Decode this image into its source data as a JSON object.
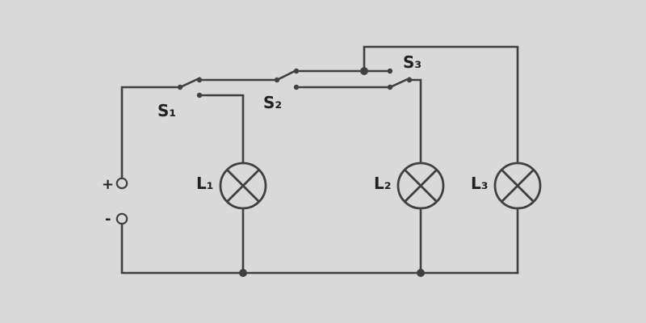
{
  "diagram": {
    "type": "circuit",
    "colors": {
      "background": "#d9d9d9",
      "line": "#404040",
      "text": "#222222"
    },
    "terminals": {
      "positive": "+",
      "negative": "-"
    },
    "switches": [
      {
        "label": "S₁"
      },
      {
        "label": "S₂"
      },
      {
        "label": "S₃"
      }
    ],
    "lamps": [
      {
        "label": "L₁",
        "icon": "lamp-x-icon"
      },
      {
        "label": "L₂",
        "icon": "lamp-x-icon"
      },
      {
        "label": "L₃",
        "icon": "lamp-x-icon"
      }
    ]
  }
}
